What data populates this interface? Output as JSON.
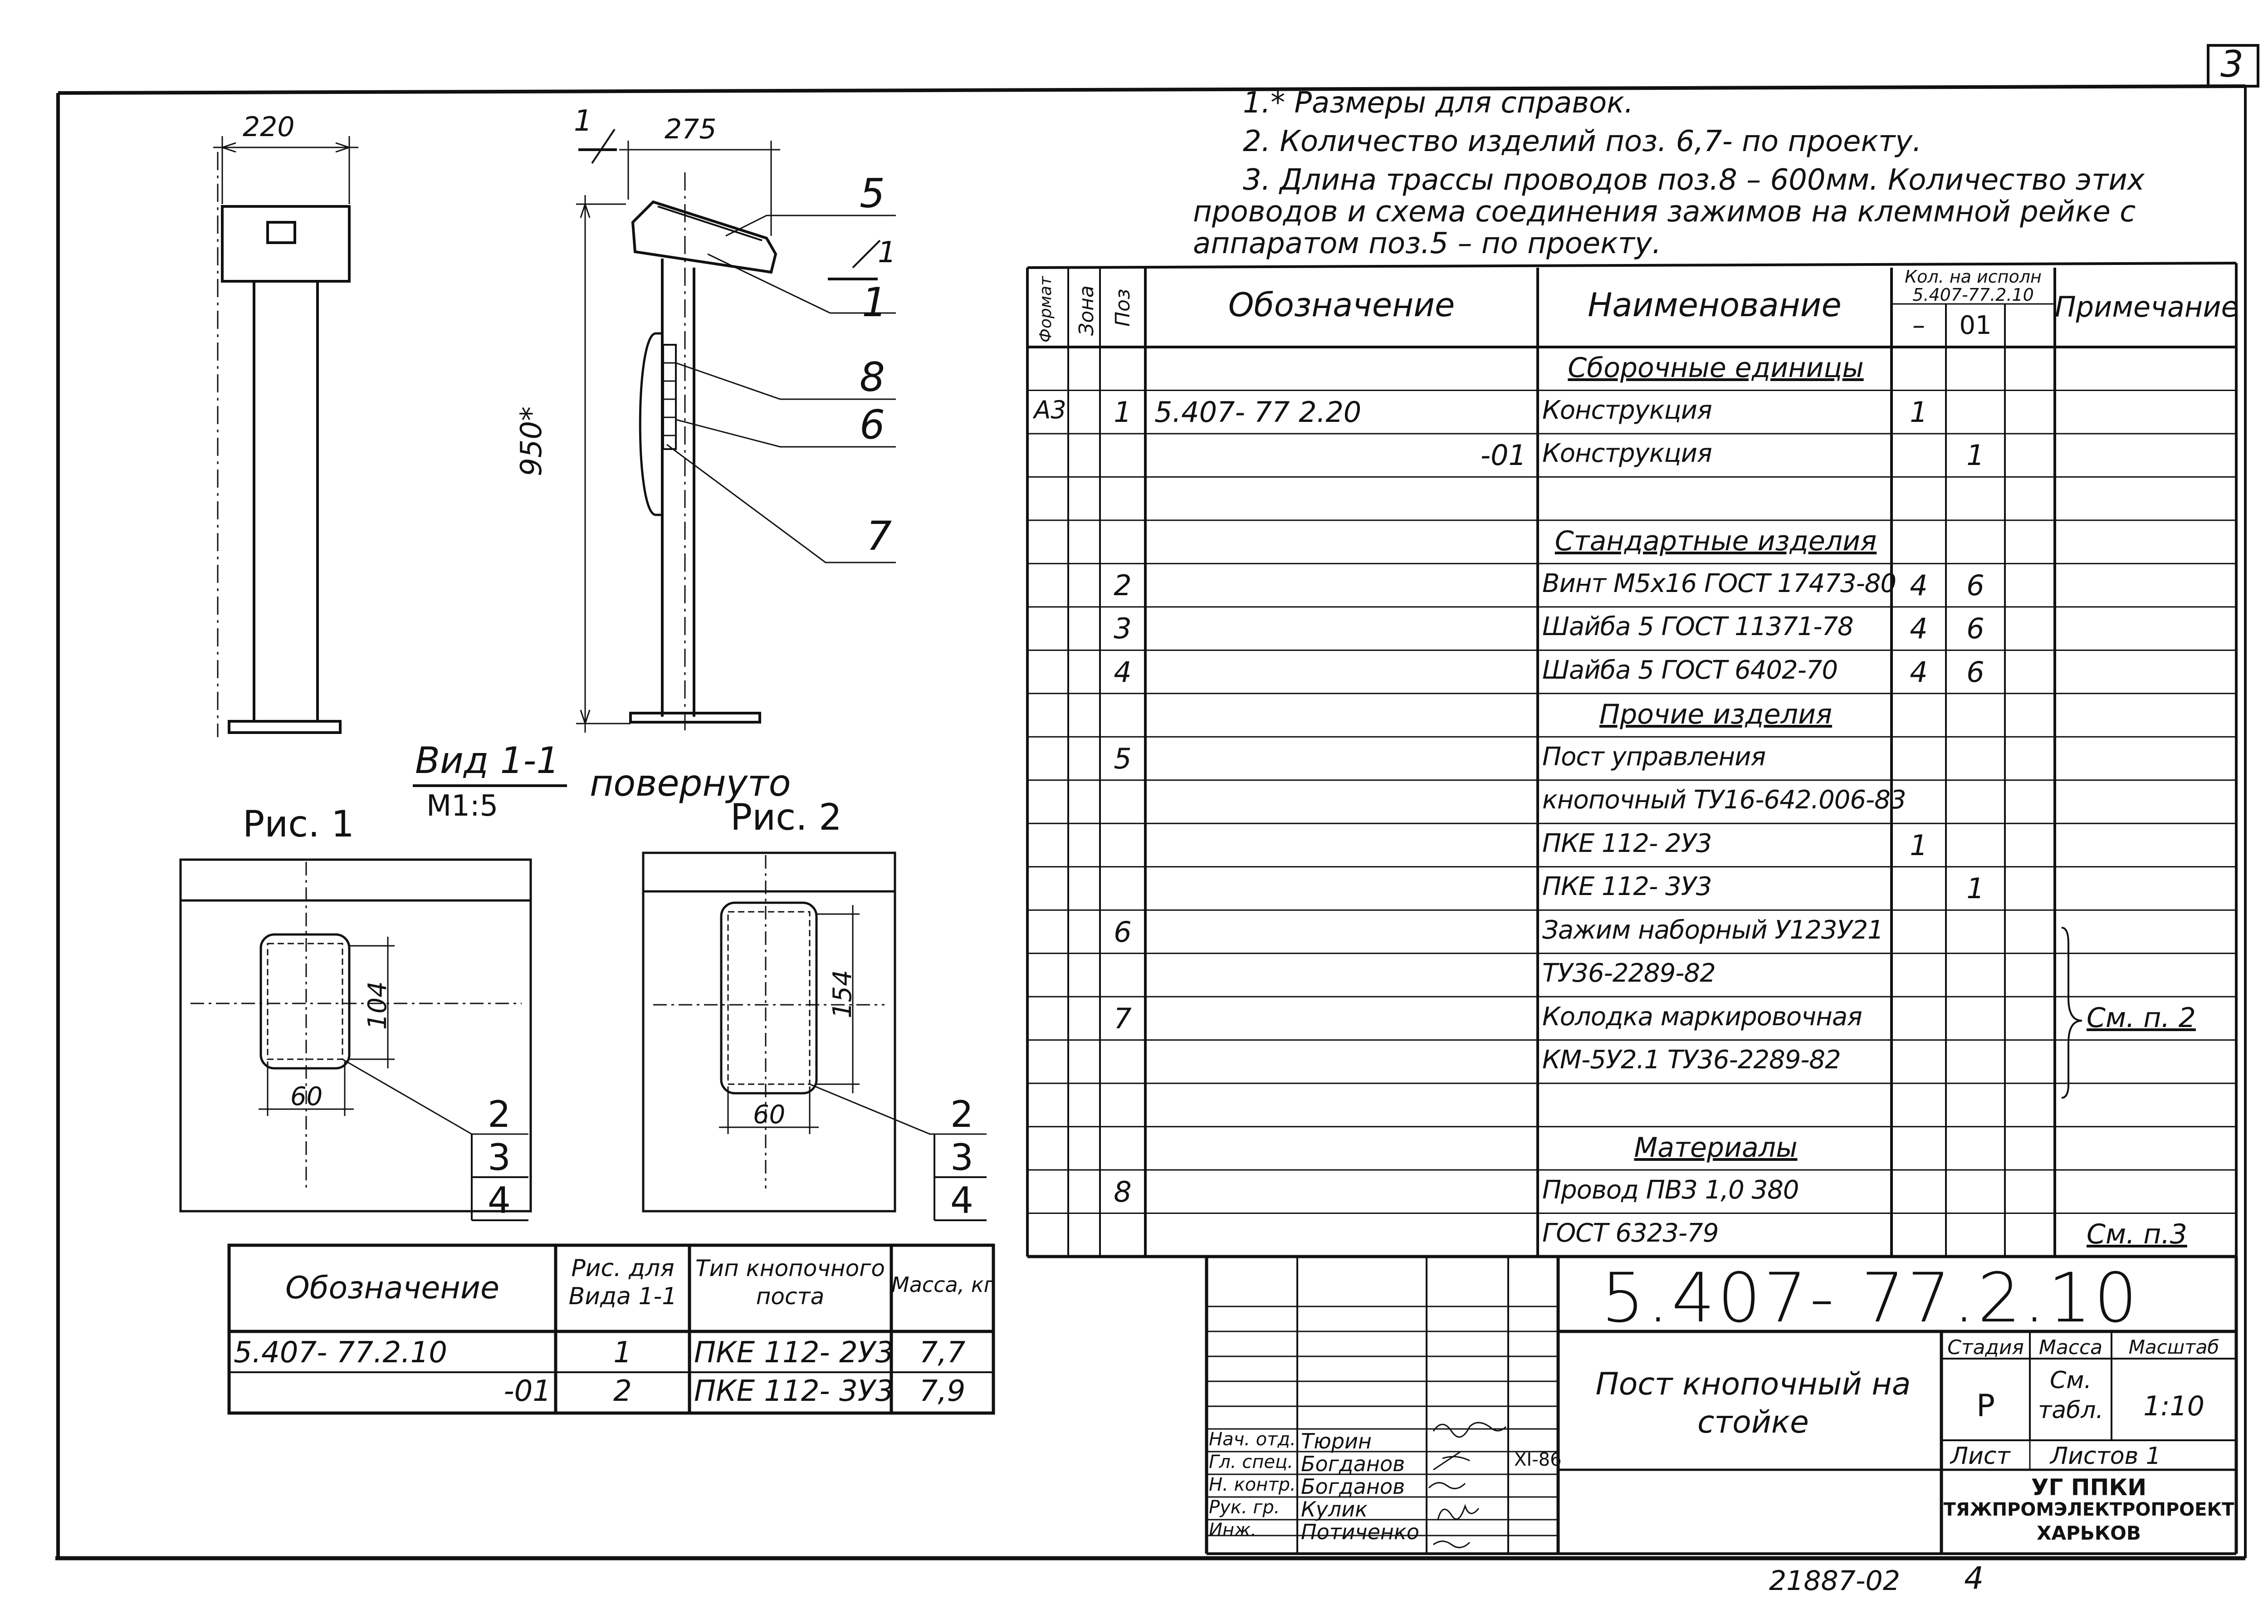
{
  "sheet_number": "3",
  "notes": [
    "1.* Размеры для справок.",
    "2. Количество изделий поз. 6,7- по проекту.",
    "3. Длина трассы проводов поз.8 – 600мм. Количество этих",
    "проводов и схема соединения зажимов на клеммной рейке с",
    "аппаратом поз.5 – по проекту."
  ],
  "drawing": {
    "dim_width_1": "220",
    "dim_width_2": "275",
    "dim_height": "950*",
    "section_mark": "1",
    "callouts": [
      "5",
      "1",
      "8",
      "6",
      "7"
    ],
    "view_title": "Вид 1-1",
    "view_scale": "М1:5",
    "view_note": "повернуто",
    "fig1_title": "Рис. 1",
    "fig2_title": "Рис. 2",
    "fig1_dim_h": "104",
    "fig1_dim_w": "60",
    "fig2_dim_h": "154",
    "fig2_dim_w": "60",
    "fig_callouts": [
      "2",
      "3",
      "4"
    ]
  },
  "spec_table": {
    "headers": {
      "format": "Формат",
      "zone": "Зона",
      "pos": "Поз",
      "designation": "Обозначение",
      "name": "Наименование",
      "qty": "Кол. на исполн",
      "qty_doc": "5.407-77.2.10",
      "qty_dash": "–",
      "qty_01": "01",
      "note": "Примечание"
    },
    "rows": [
      {
        "fmt": "",
        "pos": "",
        "des": "",
        "name": "Сборочные единицы",
        "q1": "",
        "q2": "",
        "note": "",
        "section": true
      },
      {
        "fmt": "А3",
        "pos": "1",
        "des": "5.407- 77   2.20",
        "name": "Конструкция",
        "q1": "1",
        "q2": "",
        "note": ""
      },
      {
        "fmt": "",
        "pos": "",
        "des": "-01",
        "name": "Конструкция",
        "q1": "",
        "q2": "1",
        "note": ""
      },
      {
        "fmt": "",
        "pos": "",
        "des": "",
        "name": "",
        "q1": "",
        "q2": "",
        "note": ""
      },
      {
        "fmt": "",
        "pos": "",
        "des": "",
        "name": "Стандартные изделия",
        "q1": "",
        "q2": "",
        "note": "",
        "section": true
      },
      {
        "fmt": "",
        "pos": "2",
        "des": "",
        "name": "Винт М5х16 ГОСТ 17473-80",
        "q1": "4",
        "q2": "6",
        "note": ""
      },
      {
        "fmt": "",
        "pos": "3",
        "des": "",
        "name": "Шайба 5 ГОСТ 11371-78",
        "q1": "4",
        "q2": "6",
        "note": ""
      },
      {
        "fmt": "",
        "pos": "4",
        "des": "",
        "name": "Шайба 5 ГОСТ 6402-70",
        "q1": "4",
        "q2": "6",
        "note": ""
      },
      {
        "fmt": "",
        "pos": "",
        "des": "",
        "name": "Прочие изделия",
        "q1": "",
        "q2": "",
        "note": "",
        "section": true
      },
      {
        "fmt": "",
        "pos": "5",
        "des": "",
        "name": "Пост управления",
        "q1": "",
        "q2": "",
        "note": ""
      },
      {
        "fmt": "",
        "pos": "",
        "des": "",
        "name": "кнопочный ТУ16-642.006-83",
        "q1": "",
        "q2": "",
        "note": ""
      },
      {
        "fmt": "",
        "pos": "",
        "des": "",
        "name": "ПКЕ 112- 2У3",
        "q1": "1",
        "q2": "",
        "note": ""
      },
      {
        "fmt": "",
        "pos": "",
        "des": "",
        "name": "ПКЕ 112- 3У3",
        "q1": "",
        "q2": "1",
        "note": ""
      },
      {
        "fmt": "",
        "pos": "6",
        "des": "",
        "name": "Зажим наборный У123У21",
        "q1": "",
        "q2": "",
        "note": ""
      },
      {
        "fmt": "",
        "pos": "",
        "des": "",
        "name": "ТУ36-2289-82",
        "q1": "",
        "q2": "",
        "note": ""
      },
      {
        "fmt": "",
        "pos": "7",
        "des": "",
        "name": "Колодка маркировочная",
        "q1": "",
        "q2": "",
        "note": "См. п. 2"
      },
      {
        "fmt": "",
        "pos": "",
        "des": "",
        "name": "КМ-5У2.1 ТУ36-2289-82",
        "q1": "",
        "q2": "",
        "note": ""
      },
      {
        "fmt": "",
        "pos": "",
        "des": "",
        "name": "",
        "q1": "",
        "q2": "",
        "note": ""
      },
      {
        "fmt": "",
        "pos": "",
        "des": "",
        "name": "Материалы",
        "q1": "",
        "q2": "",
        "note": "",
        "section": true
      },
      {
        "fmt": "",
        "pos": "8",
        "des": "",
        "name": "Провод ПВ3  1,0  380",
        "q1": "",
        "q2": "",
        "note": ""
      },
      {
        "fmt": "",
        "pos": "",
        "des": "",
        "name": "ГОСТ 6323-79",
        "q1": "",
        "q2": "",
        "note": "См. п.3"
      }
    ]
  },
  "variant_table": {
    "headers": [
      "Обозначение",
      "Рис. для Вида 1-1",
      "Тип кнопочного поста",
      "Масса, кг"
    ],
    "rows": [
      [
        "5.407- 77.2.10",
        "1",
        "ПКЕ 112- 2У3",
        "7,7"
      ],
      [
        "-01",
        "2",
        "ПКЕ 112- 3У3",
        "7,9"
      ]
    ]
  },
  "title_block": {
    "doc_number": "5.407- 77.2.10",
    "title": "Пост кнопочный на стойке",
    "stage_label": "Стадия",
    "mass_label": "Масса",
    "scale_label": "Масштаб",
    "stage": "Р",
    "mass": "См. табл.",
    "scale": "1:10",
    "sheet_label": "Лист",
    "sheets_label": "Листов 1",
    "org_line1": "УГ ППКИ",
    "org_line2": "ТЯЖПРОМЭЛЕКТРОПРОЕКТ",
    "org_line3": "ХАРЬКОВ",
    "date": "XI-86",
    "signers": [
      {
        "role": "Нач. отд.",
        "name": "Тюрин"
      },
      {
        "role": "Гл. спец.",
        "name": "Богданов"
      },
      {
        "role": "Н. контр.",
        "name": "Богданов"
      },
      {
        "role": "Рук. гр.",
        "name": "Кулик"
      },
      {
        "role": "Инж.",
        "name": "Потиченко"
      }
    ]
  },
  "footer": {
    "archive_no": "21887-02",
    "page": "4"
  }
}
